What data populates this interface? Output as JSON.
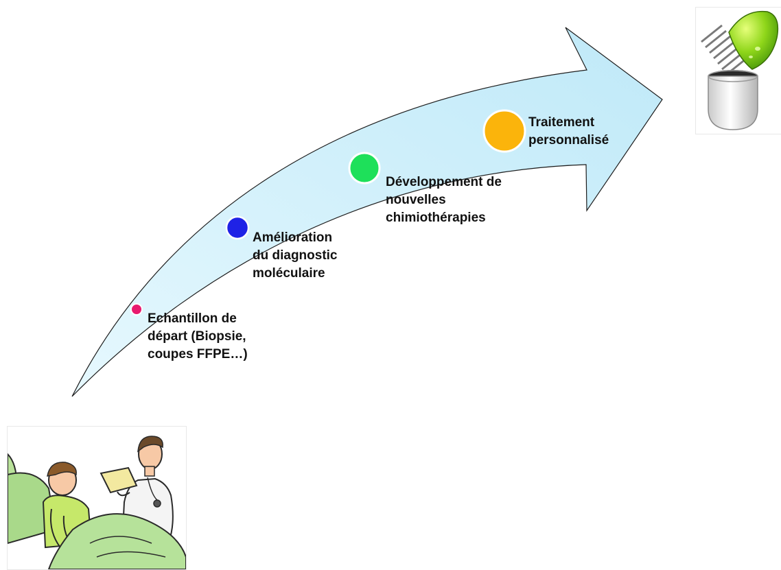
{
  "steps": [
    {
      "label": "Echantillon de\ndépart (Biopsie,\ncoupes FFPE…)",
      "color": "#e8196e"
    },
    {
      "label": "Amélioration\ndu diagnostic\nmoléculaire",
      "color": "#1f22e6"
    },
    {
      "label": "Développement de\nnouvelles\nchimiothérapies",
      "color": "#1ee05a"
    },
    {
      "label": "Traitement\npersonnalisé",
      "color": "#fbb40b"
    }
  ],
  "arrow": {
    "fill": "#cdeefa",
    "stroke": "#1d1d1d"
  },
  "illustrations": {
    "start": "patient-with-doctor-clipart",
    "end": "open-capsule-icon"
  }
}
